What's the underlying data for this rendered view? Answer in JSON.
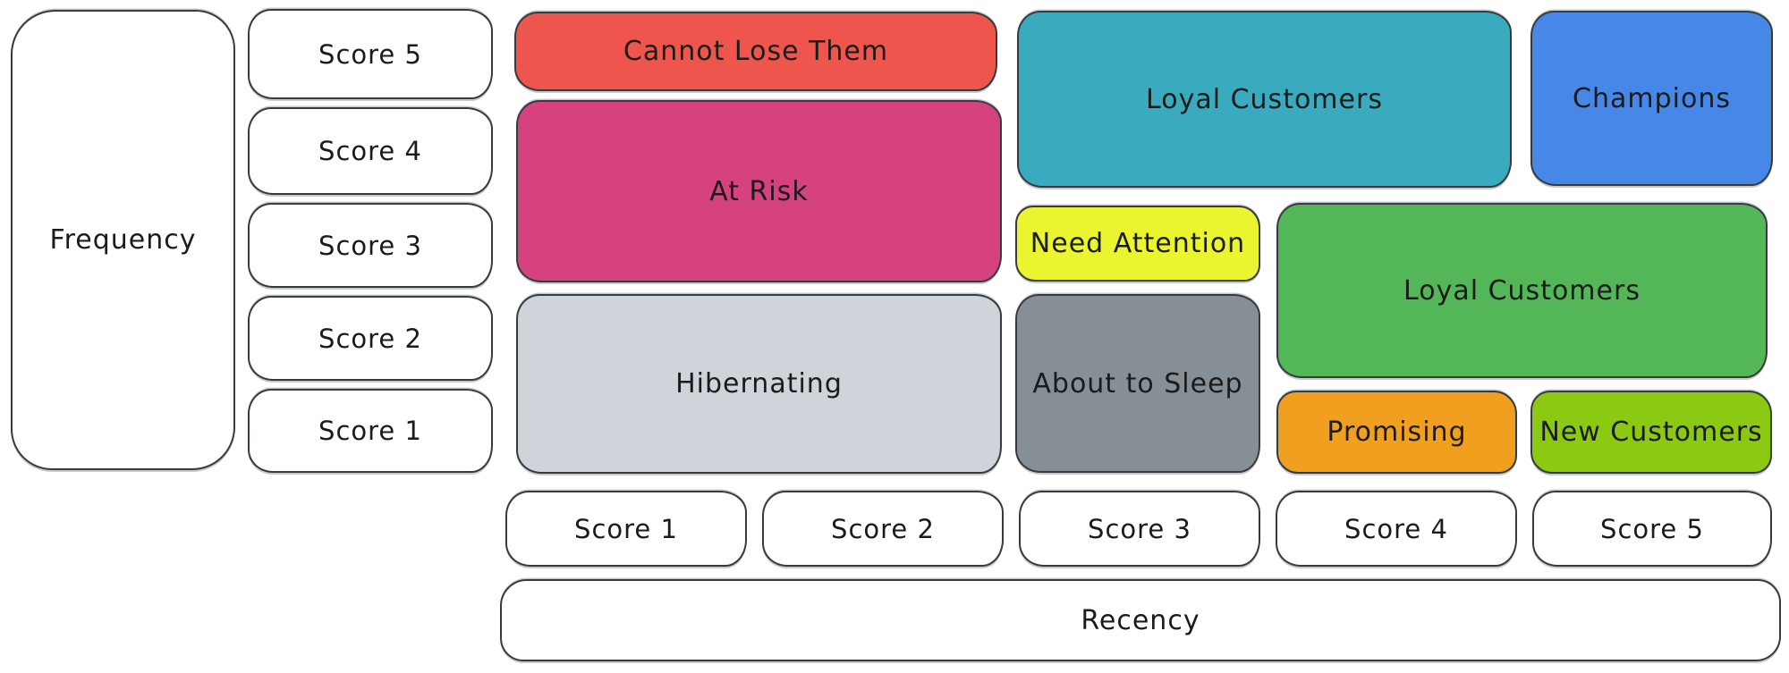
{
  "axes": {
    "frequency": {
      "label": "Frequency",
      "scores": [
        "Score 5",
        "Score 4",
        "Score 3",
        "Score 2",
        "Score 1"
      ]
    },
    "recency": {
      "label": "Recency",
      "scores": [
        "Score 1",
        "Score 2",
        "Score 3",
        "Score 4",
        "Score 5"
      ]
    }
  },
  "segments": [
    {
      "label": "Cannot Lose Them",
      "color": "#ee554d",
      "frequency_scores": [
        5
      ],
      "recency_scores": [
        1,
        2
      ]
    },
    {
      "label": "At Risk",
      "color": "#d6427e",
      "frequency_scores": [
        3,
        4
      ],
      "recency_scores": [
        1,
        2
      ]
    },
    {
      "label": "Hibernating",
      "color": "#ced4da",
      "frequency_scores": [
        1,
        2
      ],
      "recency_scores": [
        1,
        2
      ]
    },
    {
      "label": "Loyal Customers",
      "color": "#3aaabe",
      "frequency_scores": [
        4,
        5
      ],
      "recency_scores": [
        3,
        4
      ]
    },
    {
      "label": "Champions",
      "color": "#4687e8",
      "frequency_scores": [
        4,
        5
      ],
      "recency_scores": [
        5
      ]
    },
    {
      "label": "Need Attention",
      "color": "#eaf42f",
      "frequency_scores": [
        3
      ],
      "recency_scores": [
        3
      ]
    },
    {
      "label": "Loyal Customers",
      "color": "#53b758",
      "frequency_scores": [
        2,
        3
      ],
      "recency_scores": [
        4,
        5
      ]
    },
    {
      "label": "About to Sleep",
      "color": "#868e96",
      "frequency_scores": [
        1,
        2
      ],
      "recency_scores": [
        3
      ]
    },
    {
      "label": "Promising",
      "color": "#f0a01e",
      "frequency_scores": [
        1
      ],
      "recency_scores": [
        4
      ]
    },
    {
      "label": "New Customers",
      "color": "#8bc912",
      "frequency_scores": [
        1
      ],
      "recency_scores": [
        5
      ]
    }
  ],
  "style": {
    "stroke_color": "#363b40",
    "text_color": "#1b1b1b",
    "background_color": "#ffffff"
  }
}
